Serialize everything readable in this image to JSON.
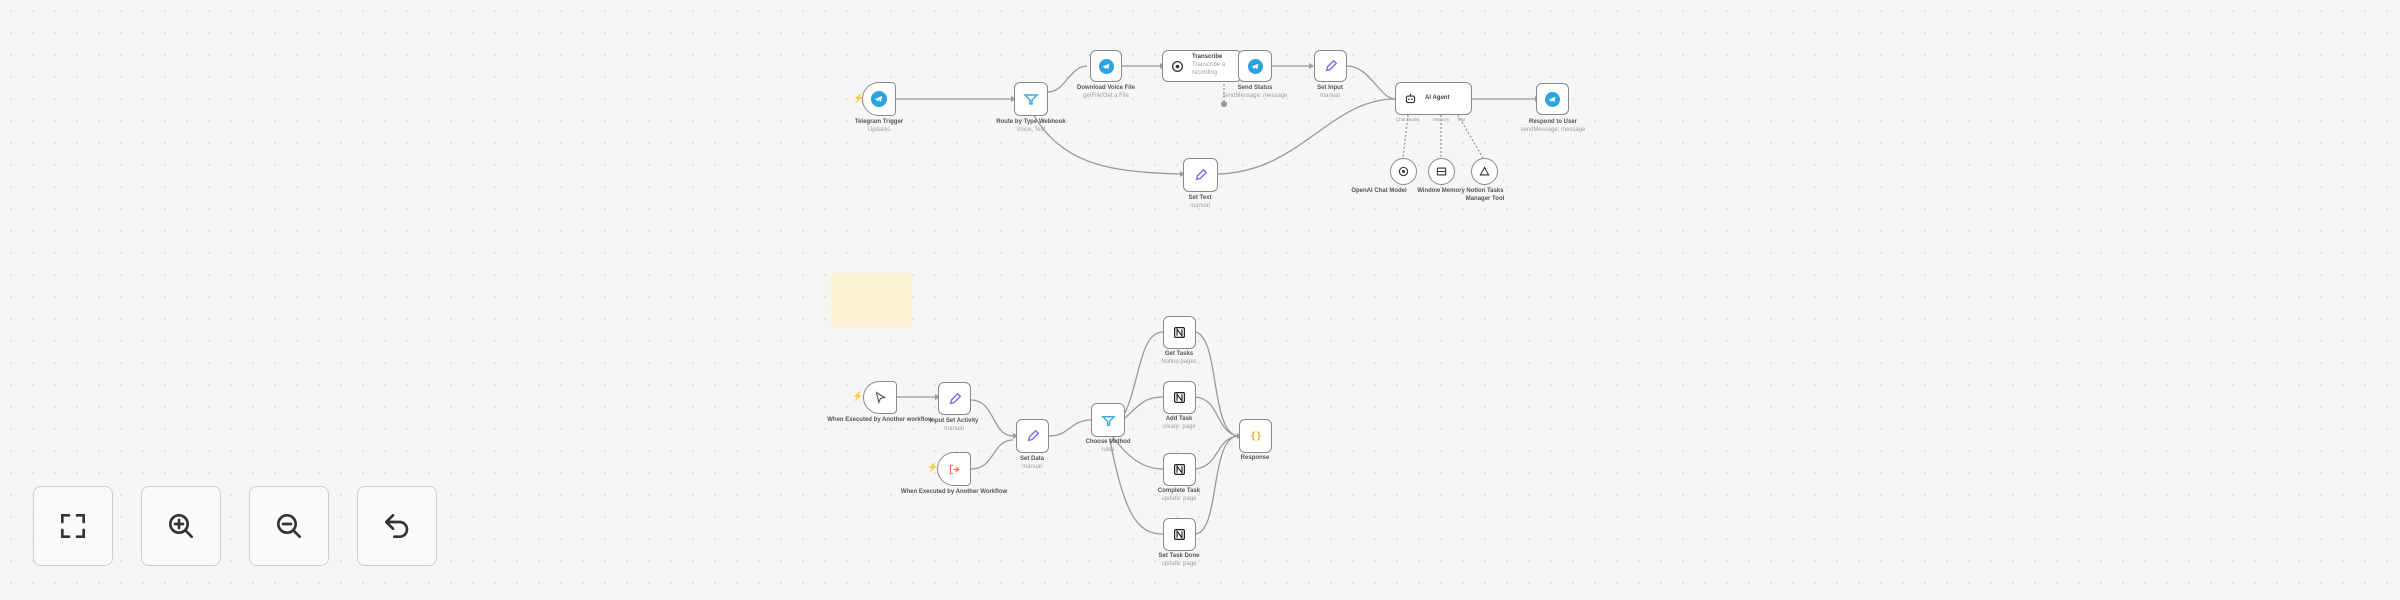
{
  "colors": {
    "canvas": "#f6f6f6",
    "node_border": "#8a8a8a",
    "telegram": "#2aa3de",
    "set_purple": "#7b6cf6",
    "trigger_bolt": "#ff6d5a",
    "code_orange": "#f5a623",
    "sticky": "#fff3d6"
  },
  "workflow_top": {
    "telegram_trigger": {
      "label": "Telegram Trigger",
      "sublabel": "Updates",
      "icon": "telegram-icon"
    },
    "route_voice_text": {
      "label": "Route by Type Webhook",
      "sublabel": "Voice, Text",
      "icon": "switch-icon"
    },
    "download_voice": {
      "label": "Download Voice File",
      "sublabel": "getFile/Get a File",
      "icon": "telegram-icon"
    },
    "transcribe": {
      "label": "Transcribe",
      "sublabel": "Transcribe a recording",
      "icon": "openai-icon"
    },
    "send_status": {
      "label": "Send Status",
      "sublabel": "sendMessage: message",
      "icon": "telegram-icon"
    },
    "set_input": {
      "label": "Set Input",
      "sublabel": "manual",
      "icon": "pencil-icon"
    },
    "set_text": {
      "label": "Set Text",
      "sublabel": "manual",
      "icon": "pencil-icon"
    },
    "ai_agent": {
      "label": "AI Agent",
      "icon": "robot-icon",
      "ports": [
        "Chat Model",
        "Memory",
        "Tool"
      ]
    },
    "respond": {
      "label": "Respond to User",
      "sublabel": "sendMessage: message",
      "icon": "telegram-icon"
    },
    "chat_model": {
      "label": "OpenAI Chat Model",
      "icon": "openai-icon"
    },
    "memory": {
      "label": "Window Memory",
      "icon": "memory-icon"
    },
    "tool": {
      "label": "Notion Tasks Manager Tool",
      "icon": "workflow-icon"
    }
  },
  "workflow_bottom": {
    "exec_trigger": {
      "label": "When Executed by Another workflow",
      "icon": "cursor-icon"
    },
    "subworkflow_trigger": {
      "label": "When Executed by Another Workflow",
      "icon": "exec-icon"
    },
    "input_set": {
      "label": "Input Set Activity",
      "sublabel": "manual",
      "icon": "pencil-icon"
    },
    "set_data": {
      "label": "Set Data",
      "sublabel": "manual",
      "icon": "pencil-icon"
    },
    "switch_action": {
      "label": "Choose Method",
      "sublabel": "rules",
      "icon": "switch-icon"
    },
    "get_tasks": {
      "label": "Get Tasks",
      "sublabel": "Notion pages",
      "icon": "notion-icon"
    },
    "add_task": {
      "label": "Add Task",
      "sublabel": "create: page",
      "icon": "notion-icon"
    },
    "complete_task": {
      "label": "Complete Task",
      "sublabel": "update: page",
      "icon": "notion-icon"
    },
    "delete_task": {
      "label": "Set Task Done",
      "sublabel": "update: page",
      "icon": "notion-icon"
    },
    "response": {
      "label": "Response",
      "icon": "code-icon"
    }
  },
  "controls": [
    {
      "name": "fit-view-button",
      "icon": "fit-view-icon"
    },
    {
      "name": "zoom-in-button",
      "icon": "zoom-in-icon"
    },
    {
      "name": "zoom-out-button",
      "icon": "zoom-out-icon"
    },
    {
      "name": "reset-zoom-button",
      "icon": "undo-icon"
    }
  ]
}
